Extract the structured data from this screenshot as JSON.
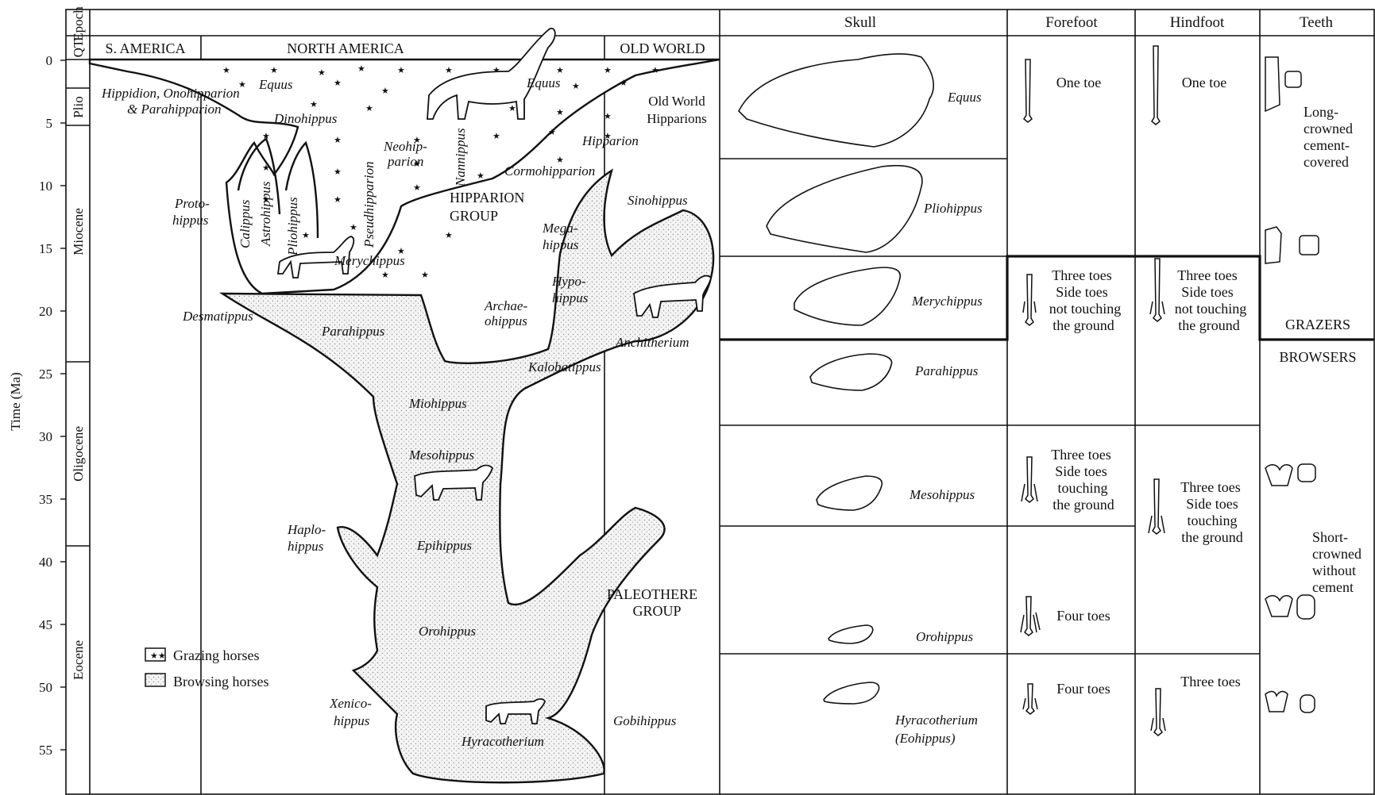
{
  "y_axis": {
    "title": "Time (Ma)",
    "ticks": [
      "0",
      "5",
      "10",
      "15",
      "20",
      "25",
      "30",
      "35",
      "40",
      "45",
      "50",
      "55"
    ]
  },
  "epoch": {
    "header": "Epoch",
    "names": [
      "QT",
      "Plio",
      "Miocene",
      "Oligocene",
      "Eocene"
    ]
  },
  "regions": [
    "S. AMERICA",
    "NORTH AMERICA",
    "OLD WORLD"
  ],
  "columns": {
    "skull": "Skull",
    "forefoot": "Forefoot",
    "hindfoot": "Hindfoot",
    "teeth": "Teeth"
  },
  "tree": {
    "taxa": [
      "Equus",
      "Equus",
      "Hippidion, Onohipparion",
      "& Parahipparion",
      "Dinohippus",
      "Old World",
      "Hipparions",
      "Neohip-",
      "parion",
      "Nannippus",
      "Hipparion",
      "Cormohipparion",
      "Calippus",
      "Astrohippus",
      "Pliohippus",
      "Pseudhipparion",
      "Proto-",
      "hippus",
      "Merychippus",
      "Sinohippus",
      "Mega-",
      "hippus",
      "Hypo-",
      "hippus",
      "Archae-",
      "ohippus",
      "Desmatippus",
      "Parahippus",
      "Anchitherium",
      "Kalobatippus",
      "Miohippus",
      "Mesohippus",
      "Haplo-",
      "hippus",
      "Epihippus",
      "Orohippus",
      "Xenico-",
      "hippus",
      "Gobihippus",
      "Hyracotherium"
    ],
    "groups": [
      "HIPPARION",
      "GROUP",
      "PALEOTHERE",
      "GROUP"
    ]
  },
  "legend": {
    "grazing": "Grazing horses",
    "browsing": "Browsing horses"
  },
  "skulls": [
    "Equus",
    "Pliohippus",
    "Merychippus",
    "Parahippus",
    "Mesohippus",
    "Orohippus",
    "Hyracotherium",
    "(Eohippus)"
  ],
  "forefoot": {
    "one": "One toe",
    "three_raised": [
      "Three toes",
      "Side toes",
      "not touching",
      "the ground"
    ],
    "three_ground": [
      "Three toes",
      "Side toes",
      "touching",
      "the ground"
    ],
    "four1": "Four toes",
    "four2": "Four toes"
  },
  "hindfoot": {
    "one": "One toe",
    "three_raised": [
      "Three toes",
      "Side toes",
      "not touching",
      "the ground"
    ],
    "three_ground": [
      "Three toes",
      "Side toes",
      "touching",
      "the ground"
    ],
    "three": "Three toes"
  },
  "teeth": {
    "long": [
      "Long-",
      "crowned",
      "cement-",
      "covered"
    ],
    "grazers": "GRAZERS",
    "browsers": "BROWSERS",
    "short": [
      "Short-",
      "crowned",
      "without",
      "cement"
    ]
  }
}
